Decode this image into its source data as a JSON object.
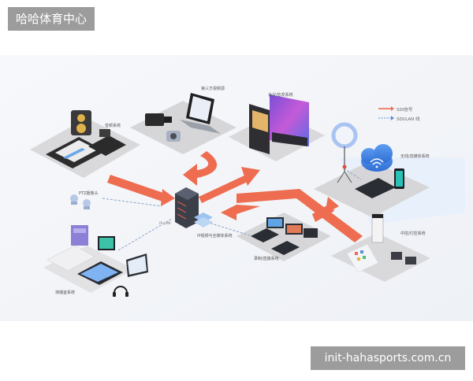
{
  "brand": {
    "title": "哈哈体育中心"
  },
  "watermark": {
    "url": "init-hahasports.com.cn"
  },
  "legend": {
    "sdi_label": "SDI信号",
    "ip_label": "SDI/LAN 线"
  },
  "zones": {
    "audio": "音频系统",
    "camera": "第三方视频源",
    "meeting": "会议/信发系统",
    "wireless": "无线/流媒体系统",
    "ptz": "PTZ摄像头",
    "core": "IP视频与全媒体系统",
    "core_side": "IP LAN",
    "studio": "演播室系统",
    "recording": "录制/直播系统",
    "control": "中控/灯控系统"
  },
  "colors": {
    "accent": "#ee6c50",
    "core": "#3b3f4a",
    "platform": "#dcdcdc",
    "line": "#8aa3c7"
  },
  "icons": [
    "speaker-icon",
    "keyboard-icon",
    "mixer-icon",
    "camera-icon",
    "laptop-icon",
    "screen-icon",
    "ring-light-icon",
    "cloud-icon",
    "wifi-icon",
    "phone-icon",
    "server-icon",
    "ptz-camera-icon",
    "monitor-icon",
    "headphones-icon",
    "control-panel-icon",
    "switch-icon"
  ]
}
